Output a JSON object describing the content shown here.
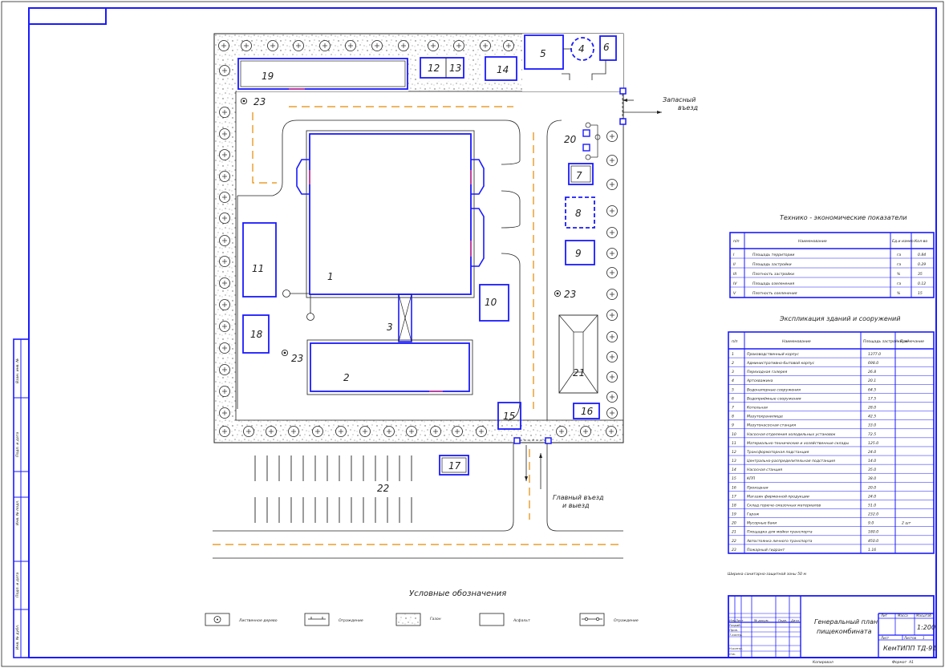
{
  "plan": {
    "buildings": [
      {
        "id": "1",
        "label": "1"
      },
      {
        "id": "2",
        "label": "2"
      },
      {
        "id": "3",
        "label": "3"
      },
      {
        "id": "4",
        "label": "4"
      },
      {
        "id": "5",
        "label": "5"
      },
      {
        "id": "6",
        "label": "6"
      },
      {
        "id": "7",
        "label": "7"
      },
      {
        "id": "8",
        "label": "8"
      },
      {
        "id": "9",
        "label": "9"
      },
      {
        "id": "10",
        "label": "10"
      },
      {
        "id": "11",
        "label": "11"
      },
      {
        "id": "12",
        "label": "12"
      },
      {
        "id": "13",
        "label": "13"
      },
      {
        "id": "14",
        "label": "14"
      },
      {
        "id": "15",
        "label": "15"
      },
      {
        "id": "16",
        "label": "16"
      },
      {
        "id": "17",
        "label": "17"
      },
      {
        "id": "18",
        "label": "18"
      },
      {
        "id": "19",
        "label": "19"
      },
      {
        "id": "20",
        "label": "20"
      },
      {
        "id": "21",
        "label": "21"
      },
      {
        "id": "22",
        "label": "22"
      }
    ],
    "hydrant_label": "23",
    "reserve_entry": [
      "Запасный",
      "въезд"
    ],
    "main_entry": [
      "Главный въезд",
      "и выезд"
    ]
  },
  "tep": {
    "title": "Технико - экономические показатели",
    "headers": [
      "п/п",
      "Наименование",
      "Ед.и измер.",
      "Кол-во"
    ],
    "rows": [
      [
        "I",
        "Площадь территории",
        "га",
        "0.84"
      ],
      [
        "II",
        "Площадь застройки",
        "га",
        "0.29"
      ],
      [
        "III",
        "Плотность застройки",
        "%",
        "35"
      ],
      [
        "IV",
        "Площадь озеленения",
        "га",
        "0.12"
      ],
      [
        "V",
        "Плотность озеленения",
        "%",
        "15"
      ]
    ]
  },
  "explication": {
    "title": "Экспликация зданий и сооружений",
    "headers": [
      "п/п",
      "Наименование",
      "Площадь застройки, м²",
      "Примечание"
    ],
    "rows": [
      [
        "1",
        "Производственный корпус",
        "1377.0",
        ""
      ],
      [
        "2",
        "Административно-бытовой корпус",
        "698.0",
        ""
      ],
      [
        "3",
        "Переходная галерея",
        "26.8",
        ""
      ],
      [
        "4",
        "Артскважина",
        "20.1",
        ""
      ],
      [
        "5",
        "Водонапорные сооружения",
        "64.5",
        ""
      ],
      [
        "6",
        "Водоприёмные сооружения",
        "17.5",
        ""
      ],
      [
        "7",
        "Котельная",
        "28.0",
        ""
      ],
      [
        "8",
        "Мазутохранилище",
        "42.5",
        ""
      ],
      [
        "9",
        "Мазутонасосная станция",
        "33.0",
        ""
      ],
      [
        "10",
        "Насосная отделения холодильных установок",
        "72.5",
        ""
      ],
      [
        "11",
        "Материально-технические и хозяйственные склады",
        "125.0",
        ""
      ],
      [
        "12",
        "Трансформаторная подстанция",
        "24.0",
        ""
      ],
      [
        "13",
        "Центрально-распределительная подстанция",
        "14.0",
        ""
      ],
      [
        "14",
        "Насосная станция",
        "35.0",
        ""
      ],
      [
        "15",
        "КПП",
        "38.0",
        ""
      ],
      [
        "16",
        "Проходная",
        "20.0",
        ""
      ],
      [
        "17",
        "Магазин фирменной продукции",
        "24.0",
        ""
      ],
      [
        "18",
        "Склад горюче-смазочных материалов",
        "51.0",
        ""
      ],
      [
        "19",
        "Гараж",
        "232.0",
        ""
      ],
      [
        "20",
        "Мусорные баки",
        "9.0",
        "2 шт"
      ],
      [
        "21",
        "Площадка для мойки транспорта",
        "180.0",
        ""
      ],
      [
        "22",
        "Автостоянка личного транспорта",
        "450.0",
        ""
      ],
      [
        "23",
        "Пожарный гидрант",
        "1.16",
        ""
      ]
    ],
    "sanitary_zone": "Ширина санитарно-защитной зоны 50 м"
  },
  "legend": {
    "title": "Условные обозначения",
    "items": [
      {
        "label": "Лиственное дерево"
      },
      {
        "label": "Ограждение"
      },
      {
        "label": "Газон"
      },
      {
        "label": "Асфальт"
      },
      {
        "label": "Ограждение"
      }
    ]
  },
  "stamp": {
    "title_lines": [
      "Генеральный план",
      "пищекомбината"
    ],
    "code": "КемТИПП ТД-91",
    "scale": "1:200",
    "litera_header": "Лит",
    "mass_header": "Масса",
    "scale_header": "Масштаб",
    "sheet_label": "Лист",
    "sheets_label": "Листов",
    "sheets_value": "1",
    "rows": [
      "Разраб.",
      "Пров.",
      "Т.контр.",
      "Н.контр.",
      "Утв."
    ],
    "cols": [
      "Изм.",
      "Лист",
      "№ докум.",
      "Подп.",
      "Дата"
    ],
    "copy_label": "Копировал",
    "format_label": "Формат",
    "format_value": "А1"
  },
  "side_stamp": [
    "Взам. инв. №",
    "Подп. и дата",
    "Инв. № подл.",
    "Подп. и дата",
    "Инв. № дубл."
  ]
}
